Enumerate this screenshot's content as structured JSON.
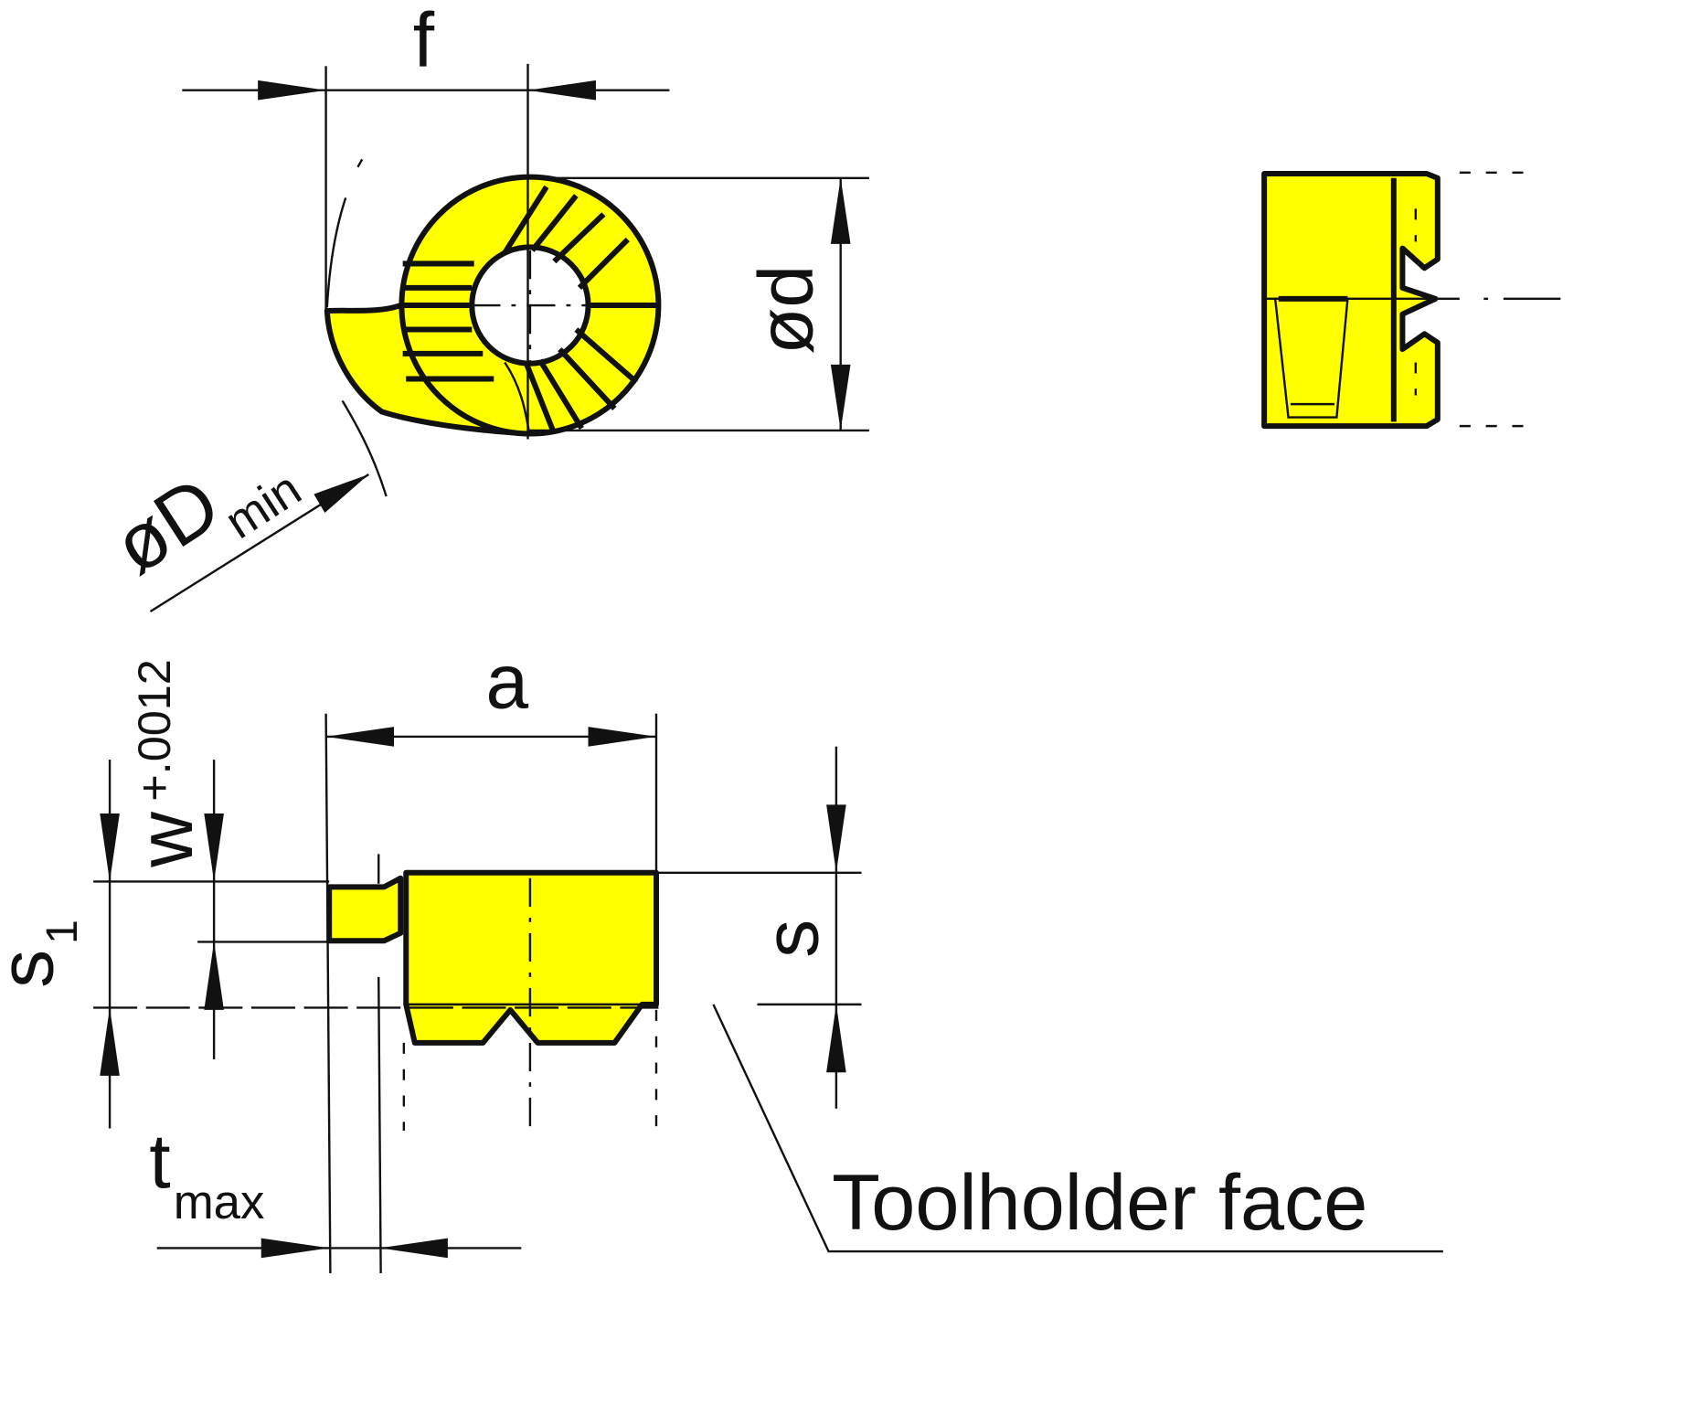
{
  "labels": {
    "f": "f",
    "od": "ød",
    "oD": "øD",
    "min": "min",
    "a": "a",
    "s": "s",
    "w": "w",
    "w_tol": "+.0012",
    "s1": "s",
    "s1_sub": "1",
    "t": "t",
    "t_sub": "max",
    "toolholder_face": "Toolholder face"
  },
  "colors": {
    "insert_fill": "#ffff00",
    "line": "#111111"
  }
}
